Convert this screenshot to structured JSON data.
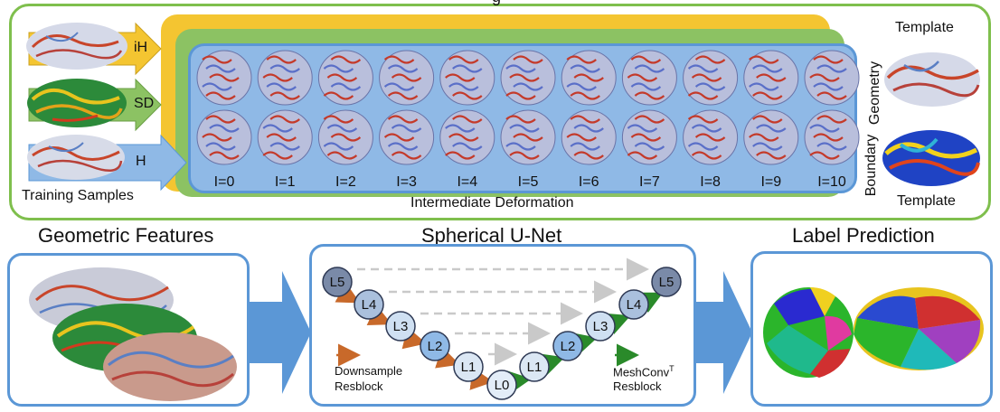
{
  "top": {
    "title_partial": "g",
    "inputs": [
      {
        "label": "iH",
        "color": "#f2c229"
      },
      {
        "label": "SD",
        "color": "#8cc263"
      },
      {
        "label": "H",
        "color": "#6fa6dc"
      }
    ],
    "training_samples": "Training Samples",
    "deformation_caption": "Intermediate Deformation",
    "steps": [
      "I=0",
      "I=1",
      "I=2",
      "I=3",
      "I=4",
      "I=5",
      "I=6",
      "I=7",
      "I=8",
      "I=9",
      "I=10"
    ],
    "template_top": "Template",
    "template_bottom": "Template",
    "geometry": "Geometry",
    "boundary": "Boundary"
  },
  "bottom": {
    "geometric_features": "Geometric Features",
    "unet_title": "Spherical U-Net",
    "label_prediction": "Label Prediction",
    "down_nodes": [
      "L5",
      "L4",
      "L3",
      "L2",
      "L1",
      "L0"
    ],
    "up_nodes": [
      "L1",
      "L2",
      "L3",
      "L4",
      "L5"
    ],
    "legend_down": [
      "Downsample",
      "Resblock"
    ],
    "legend_up_prefix": "MeshConv",
    "legend_up_sup": "T",
    "legend_up_line2": "Resblock"
  },
  "colors": {
    "green_border": "#7fbf4d",
    "yellow": "#f4c531",
    "green": "#8cc263",
    "blue_panel": "#8fb9e6",
    "blue_border": "#5b97d6",
    "down_arrow": "#c8692a",
    "up_arrow": "#2a8a2a",
    "skip": "#c9c9c9"
  }
}
